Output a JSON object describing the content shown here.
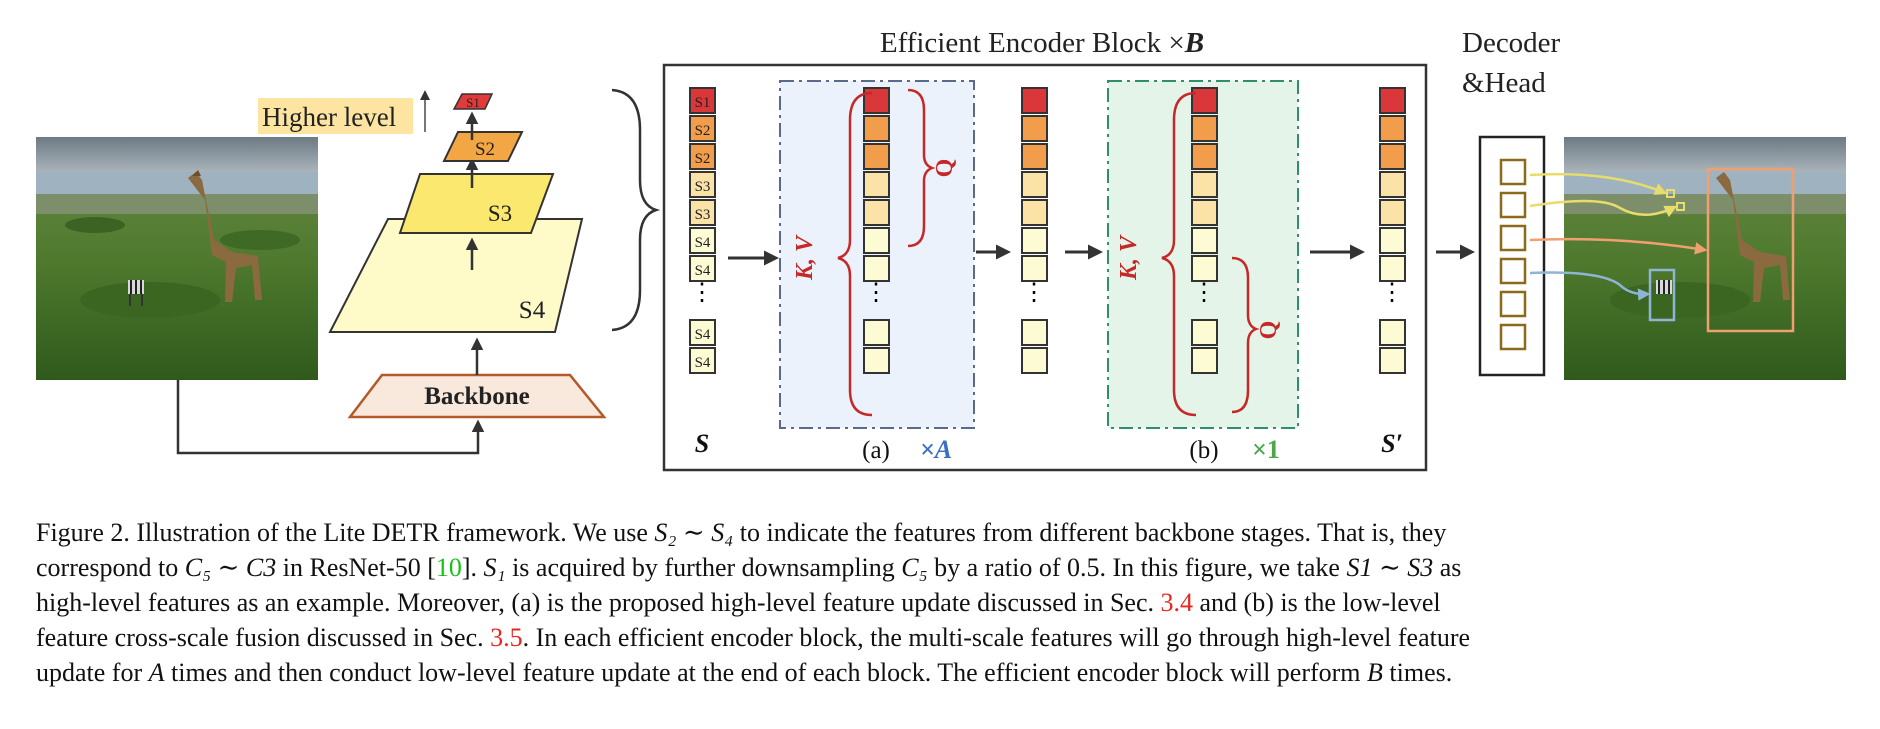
{
  "figure": {
    "pyramid": {
      "higher_level": "Higher level",
      "levels": [
        "S1",
        "S2",
        "S3",
        "S4"
      ],
      "backbone": "Backbone"
    },
    "encoder": {
      "title_prefix": "Efficient Encoder Block ×",
      "title_var": "B",
      "s_labels": [
        "S1",
        "S2",
        "S2",
        "S3",
        "S3",
        "S4",
        "S4",
        "⋮",
        "S4",
        "S4"
      ],
      "s_symbol": "S",
      "s_prime_symbol": "S′",
      "kv_label": "K, V",
      "q_label": "Q",
      "block_a_label": "(a)",
      "block_a_mult": "×A",
      "block_b_label": "(b)",
      "block_b_mult": "×1",
      "colors": {
        "s1": "#d9373a",
        "s2": "#f19d4b",
        "s3": "#fbe3a8",
        "s4": "#fdfbd4",
        "panel_a": "#ebf2fb",
        "panel_b": "#e5f4e9"
      }
    },
    "decoder": {
      "title_line1": "Decoder",
      "title_line2": "&Head"
    }
  },
  "caption": {
    "l1_a": "Figure 2. Illustration of the Lite DETR framework. We use ",
    "l1_b": " to indicate the features from different backbone stages. That is, they",
    "l2_a": "correspond to ",
    "l2_b": " in ResNet-50 [",
    "l2_ref": "10",
    "l2_c": "]. ",
    "l2_d": " is acquired by further downsampling ",
    "l2_e": " by a ratio of 0.5. In this figure, we take ",
    "l2_f": " as",
    "l3_a": "high-level features as an example. Moreover, (a) is the proposed high-level feature update discussed in Sec. ",
    "l3_ref": "3.4",
    "l3_b": " and (b) is the low-level",
    "l4_a": "feature cross-scale fusion discussed in Sec. ",
    "l4_ref": "3.5",
    "l4_b": ". In each efficient encoder block, the multi-scale features will go through high-level feature",
    "l5_a": "update for ",
    "l5_b": " times and then conduct low-level feature update at the end of each block. The efficient encoder block will perform ",
    "l5_c": " times.",
    "math": {
      "s2s4": "S₂ ∼ S₄",
      "c5c3": "C₅ ∼ C3",
      "s1": "S₁",
      "c5": "C₅",
      "s1s3": "S1 ∼ S3",
      "A": "A",
      "B": "B"
    }
  }
}
